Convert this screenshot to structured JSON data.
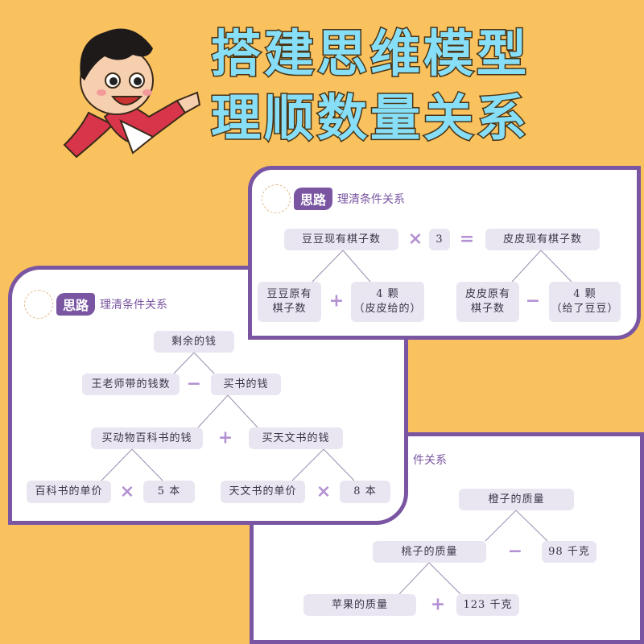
{
  "headline": {
    "line1": "搭建思维模型",
    "line2": "理顺数量关系"
  },
  "colors": {
    "background": "#f9c25e",
    "title_fill": "#86def7",
    "title_outline": "#4a3415",
    "panel_border": "#7a56a2",
    "node_fill": "#e9e6f2",
    "operator": "#b391d2"
  },
  "mascot": "cartoon-boy-pointing",
  "header": {
    "badge": "思路",
    "text": "理清条件关系"
  },
  "panel_c_header_visible": "件关系",
  "panel_a": {
    "left_top": "豆豆现有棋子数",
    "times": "×",
    "factor": "3",
    "equals": "=",
    "right_top": "皮皮现有棋子数",
    "l1": "豆豆原有\n棋子数",
    "plus": "+",
    "l2": "4 颗\n（皮皮给的）",
    "r1": "皮皮原有\n棋子数",
    "minus": "−",
    "r2": "4 颗\n（给了豆豆）"
  },
  "panel_b": {
    "root": "剩余的钱",
    "a1": "王老师带的钱数",
    "minus": "−",
    "a2": "买书的钱",
    "b1": "买动物百科书的钱",
    "plus": "+",
    "b2": "买天文书的钱",
    "c1": "百科书的单价",
    "times1": "×",
    "c2": "5 本",
    "c3": "天文书的单价",
    "times2": "×",
    "c4": "8 本"
  },
  "panel_c": {
    "root": "橙子的质量",
    "a1": "桃子的质量",
    "minus": "−",
    "a2": "98 千克",
    "b1": "苹果的质量",
    "plus": "+",
    "b2": "123 千克"
  }
}
